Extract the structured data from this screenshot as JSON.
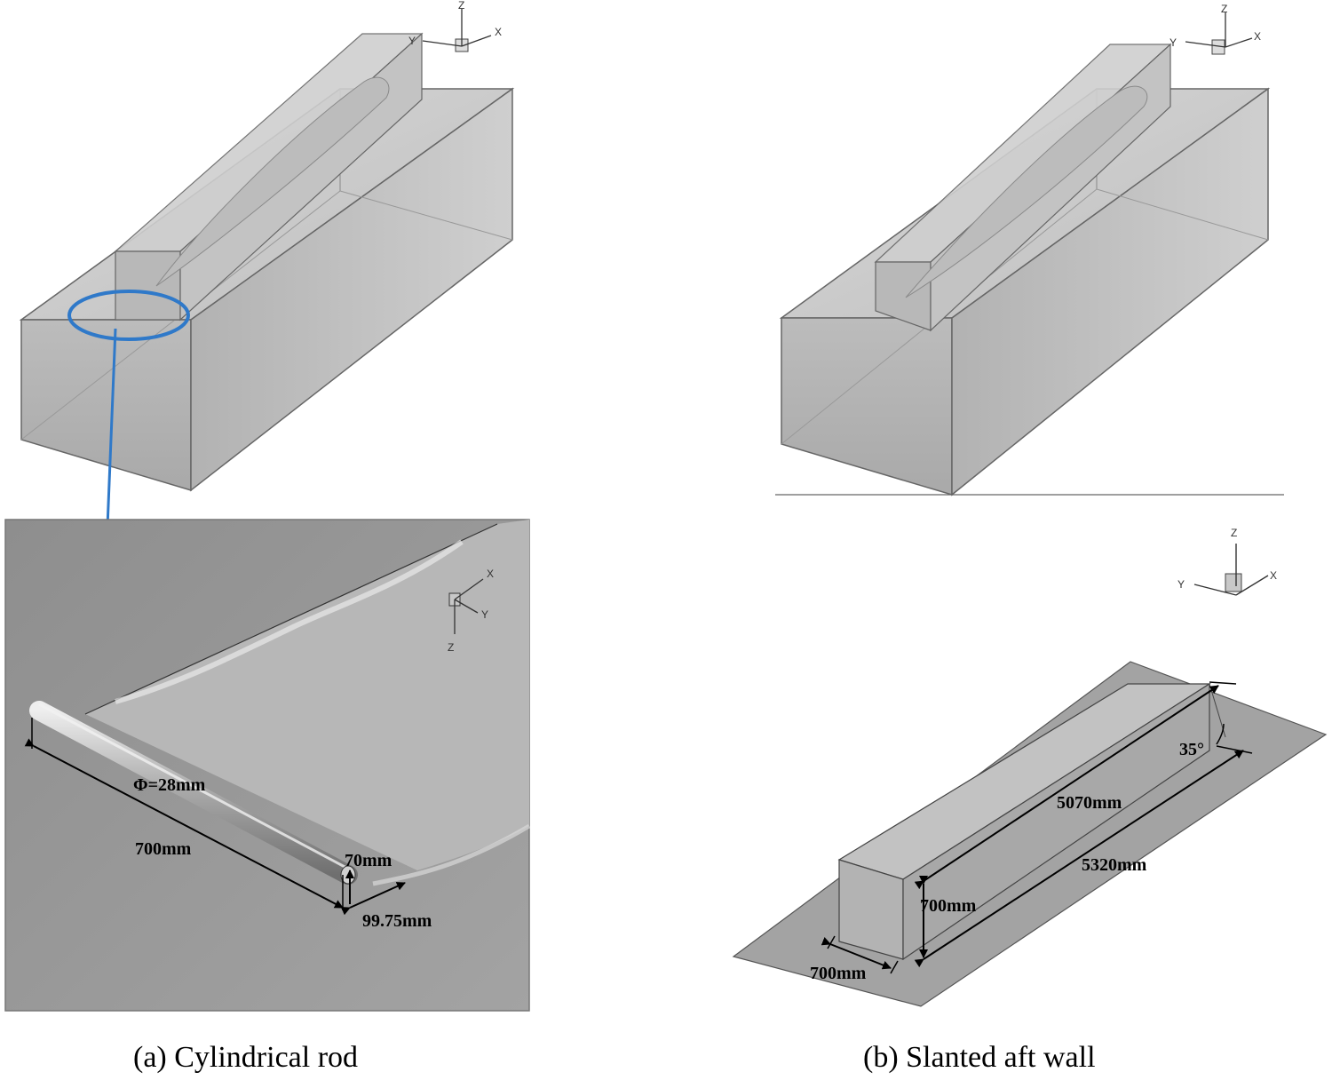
{
  "panel_a": {
    "caption": "(a) Cylindrical rod",
    "triad_top": {
      "x": "X",
      "y": "Y",
      "z": "Z"
    },
    "triad_inset": {
      "x": "X",
      "y": "Y",
      "z": "Z"
    },
    "dims": {
      "diameter": "Φ=28mm",
      "length": "700mm",
      "height": "70mm",
      "offset": "99.75mm"
    }
  },
  "panel_b": {
    "caption": "(b) Slanted aft wall",
    "triad_top": {
      "x": "X",
      "y": "Y",
      "z": "Z"
    },
    "triad_bottom": {
      "x": "X",
      "y": "Y",
      "z": "Z"
    },
    "dims": {
      "angle": "35°",
      "length_top": "5070mm",
      "length_bottom": "5320mm",
      "height": "700mm",
      "width": "700mm"
    }
  },
  "colors": {
    "box_edge": "#555555",
    "box_fill": "#c8c8c8",
    "inset_bg": "#9a9a9a",
    "callout": "#2f79c9",
    "plate": "#a3a3a3"
  }
}
